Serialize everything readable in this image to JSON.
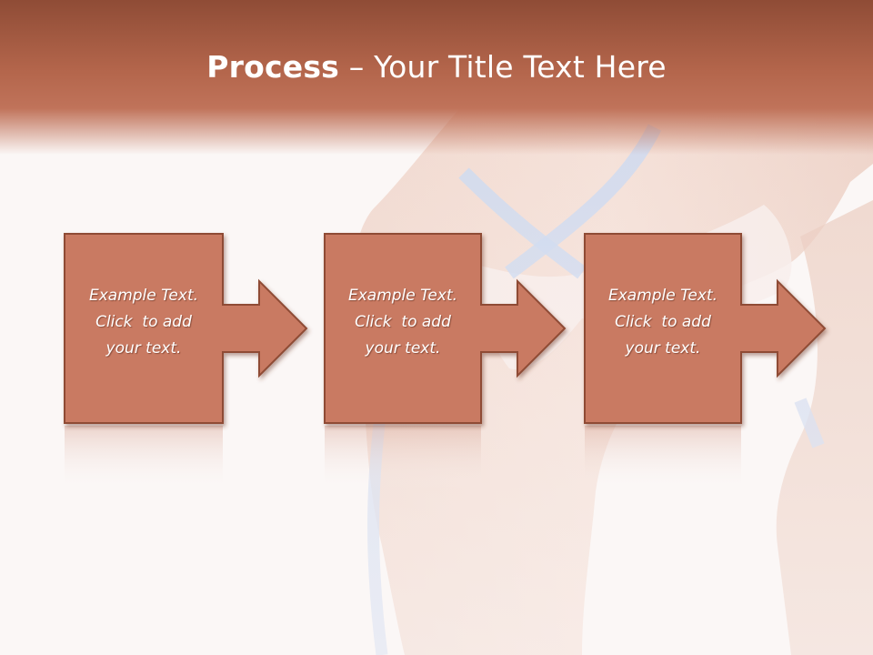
{
  "slide": {
    "title_bold": "Process",
    "title_rest": " – Your Title Text Here",
    "background_image": "woman-waist-measuring-tape-photo",
    "colors": {
      "header": "#b3654b",
      "box_fill": "#c97a62",
      "box_border": "#8f4c36",
      "text": "#ffffff"
    }
  },
  "steps": [
    {
      "line1": "Example Text.",
      "line2": "Click  to add",
      "line3": "your text."
    },
    {
      "line1": "Example Text.",
      "line2": "Click  to add",
      "line3": "your text."
    },
    {
      "line1": "Example Text.",
      "line2": "Click  to add",
      "line3": "your text."
    }
  ]
}
